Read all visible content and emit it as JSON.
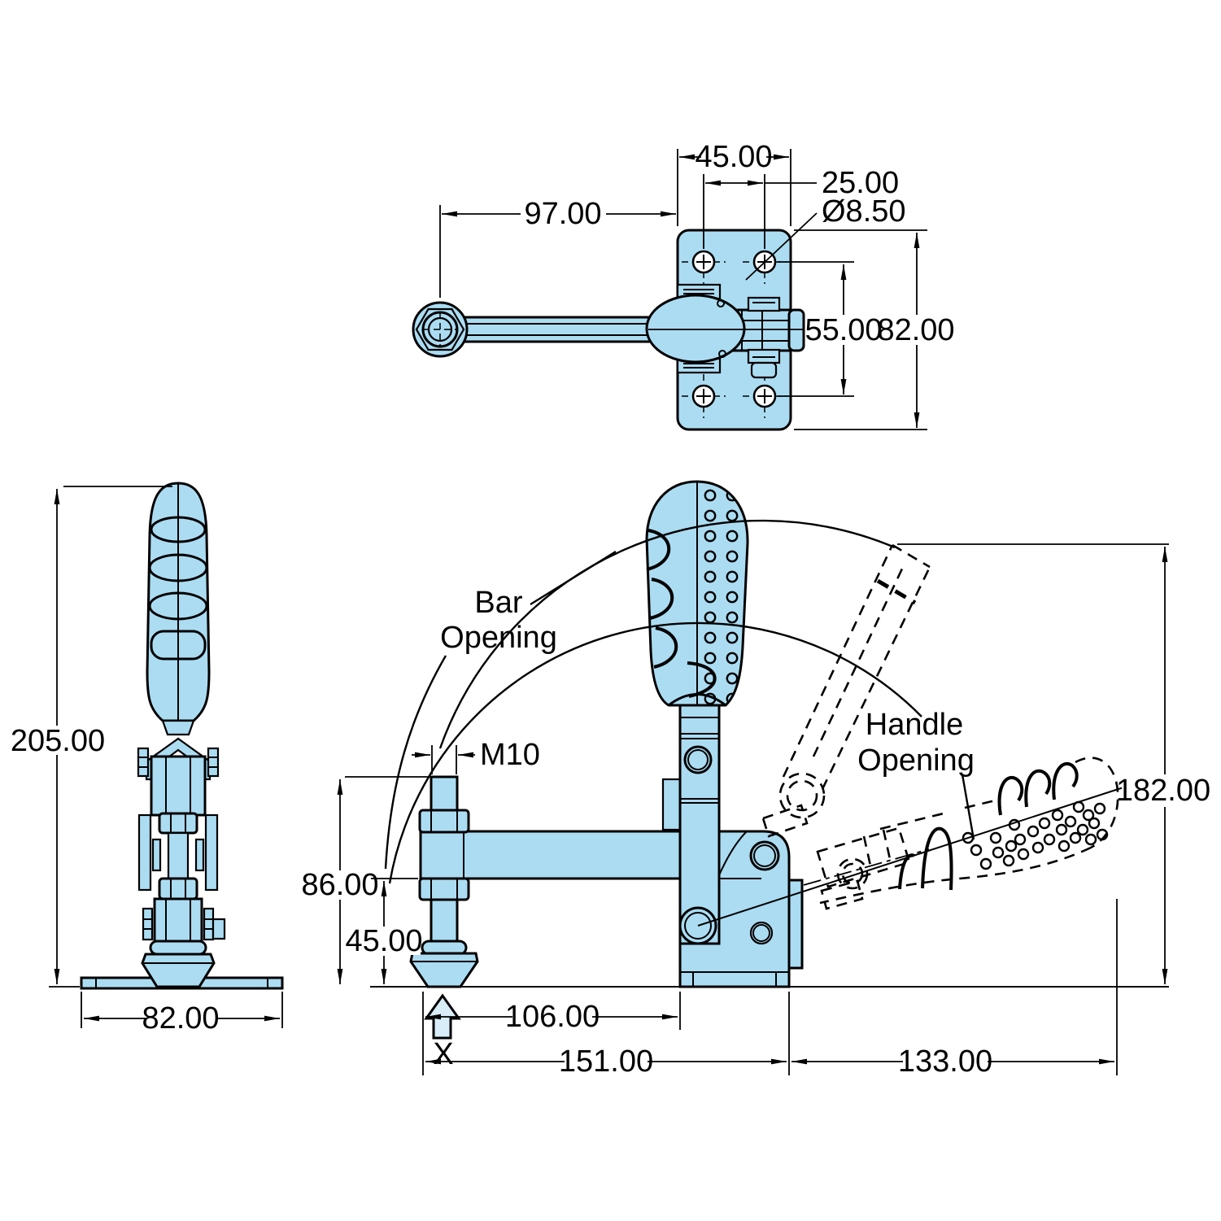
{
  "drawing": {
    "type": "toggle-clamp-dimension-drawing",
    "colors": {
      "part_fill": "#abdcf2",
      "part_fill_light": "#d8edf8",
      "line": "#000000",
      "background": "#ffffff"
    },
    "views": {
      "top": {
        "dims": {
          "plate_width": "45.00",
          "hole_pitch": "25.00",
          "hole_dia": "Ø8.50",
          "knob_to_plate": "97.00",
          "hole_row_pitch": "55.00",
          "plate_height": "82.00"
        }
      },
      "side": {
        "dims": {
          "overall_height": "205.00",
          "base_width": "82.00"
        }
      },
      "front": {
        "dims": {
          "thread": "M10",
          "spindle_height": "86.00",
          "bar_clearance": "45.00",
          "bar_length": "106.00",
          "overall_length": "151.00",
          "open_reach": "133.00",
          "open_height": "182.00",
          "stroke": "X"
        },
        "labels": {
          "bar_opening_1": "Bar",
          "bar_opening_2": "Opening",
          "handle_opening_1": "Handle",
          "handle_opening_2": "Opening"
        }
      }
    }
  }
}
